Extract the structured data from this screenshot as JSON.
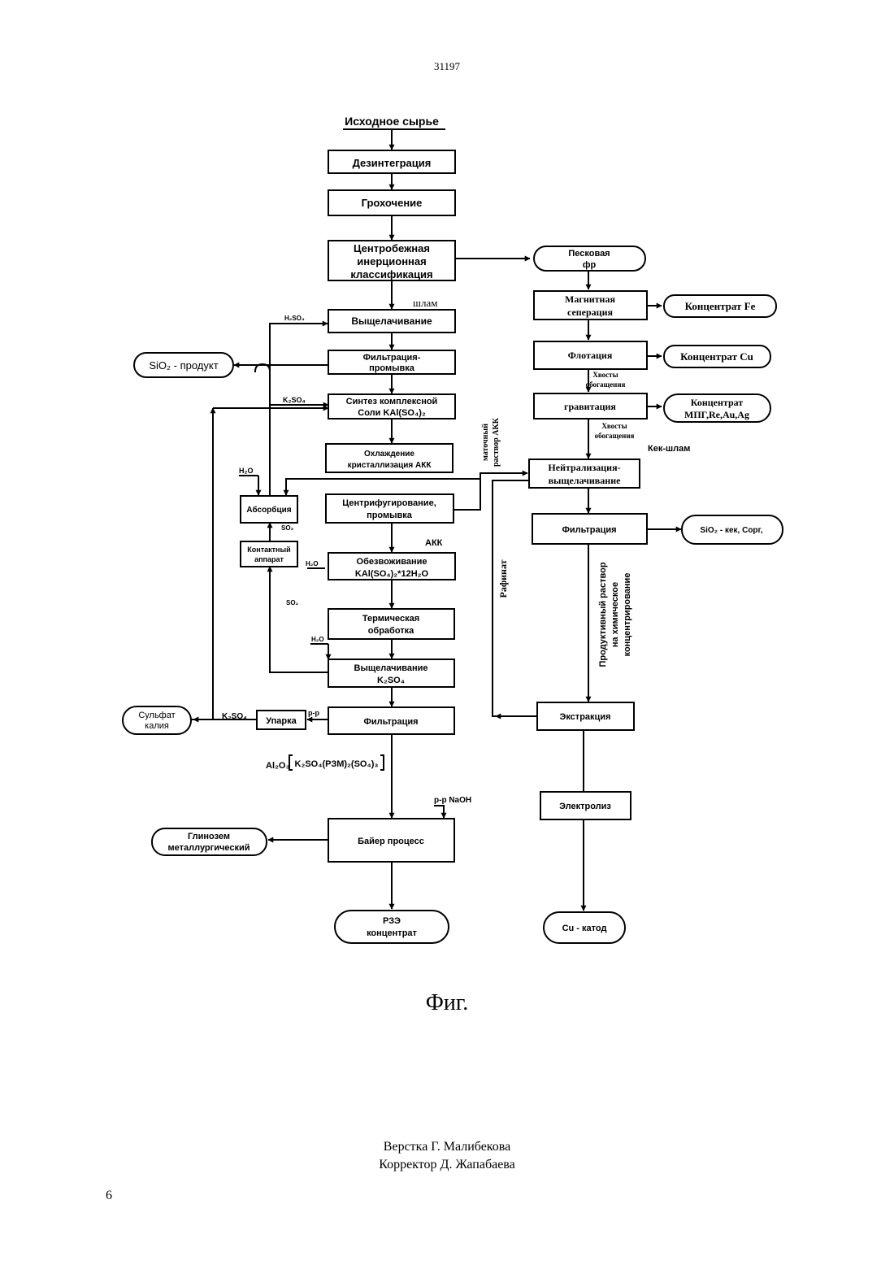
{
  "page": {
    "doc_number": "31197",
    "figure_caption": "Фиг.",
    "credit_layout": "Верстка Г. Малибекова",
    "credit_proof": "Корректор Д. Жапабаева",
    "page_number": "6"
  },
  "nodes": {
    "raw": "Исходное сырье",
    "disint": "Дезинтеграция",
    "screen": "Грохочение",
    "centr": [
      "Центробежная",
      "инерционная",
      "классификация"
    ],
    "leach1": "Выщелачивание",
    "filt1": [
      "Фильтрация-",
      "промывка"
    ],
    "sio2_prod": "SiO₂ - продукт",
    "synth": [
      "Синтез комплексной",
      "Соли KAl(SO₄)₂"
    ],
    "cool": [
      "Охлаждение",
      "кристаллизация АКК"
    ],
    "absorb": "Абсорбция",
    "contact": [
      "Контактный",
      "аппарат"
    ],
    "centrifuge": [
      "Центрифугирование,",
      "промывка"
    ],
    "dehydr": [
      "Обезвоживание",
      "KAl(SO₄)₂*12H₂O"
    ],
    "thermal": [
      "Термическая",
      "обработка"
    ],
    "leach2": [
      "Выщелачивание",
      "K₂SO₄"
    ],
    "filt2": "Фильтрация",
    "evap": "Упарка",
    "k_sulfate": [
      "Сульфат",
      "калия"
    ],
    "bayer": "Байер процесс",
    "alumina": [
      "Глинозем",
      "металлургический"
    ],
    "ree": [
      "РЗЭ",
      "концентрат"
    ],
    "sand": [
      "Песковая",
      "фр"
    ],
    "magsep": [
      "Магнитная",
      "сеперация"
    ],
    "conc_fe": "Концентрат Fe",
    "flot": "Флотация",
    "conc_cu": "Концентрат Cu",
    "grav": "гравитация",
    "conc_pgm": [
      "Концентрат",
      "МПГ,Re,Au,Ag"
    ],
    "neutr": [
      "Нейтрализация-",
      "выщелачивание"
    ],
    "filt3": "Фильтрация",
    "sio2_cake": "SiO₂ - кек, Cорг,",
    "extract": "Экстракция",
    "electro": "Электролиз",
    "cu_cathode": "Cu - катод"
  },
  "labels": {
    "slime": "шлам",
    "h2so4": "H₂SO₄",
    "k2so4_in": "K₂SO₄",
    "h2o_absorb": "H₂O",
    "so3": "SO₃",
    "h2o_dehydr": "H₂O",
    "so2": "SO₂",
    "h2o_leach": "H₂O",
    "akk": "АКК",
    "mother": [
      "маточный",
      "раствор АКК"
    ],
    "raffinate": "Рафинат",
    "tails1": [
      "Хвосты",
      "обогащения"
    ],
    "tails2": [
      "Хвосты",
      "обогащения"
    ],
    "cake_slime": "Кек-шлам",
    "product_sol": [
      "Продуктивный раствор",
      "на химическое",
      "концентрирование"
    ],
    "rr": "р-р",
    "k2so4_out": "K₂SO₄",
    "al2o3": "Al₂O₃",
    "bracket_content": "K₂SO₄(РЗМ)₂(SO₄)₃",
    "naoh": "р-р NaOH"
  }
}
